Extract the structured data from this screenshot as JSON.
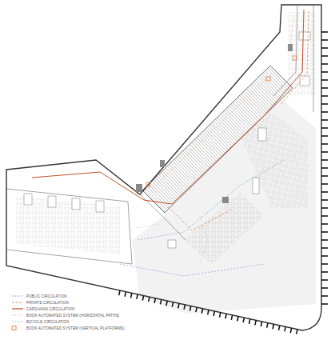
{
  "diagram": {
    "legend": [
      {
        "text": "PUBLIC CIRCULATION"
      },
      {
        "text": "PRIVATE CIRCULATION"
      },
      {
        "text": "CARS/VANS CIRCULATION"
      },
      {
        "text": "BOOK AUTOMATED SYSTEM (HORIZONTAL PATHS)"
      },
      {
        "text": "BICYCLE CIRCULATION"
      },
      {
        "text": "BOOK AUTOMATED SYSTEM (VERTICAL PLATFORMS)"
      }
    ]
  }
}
